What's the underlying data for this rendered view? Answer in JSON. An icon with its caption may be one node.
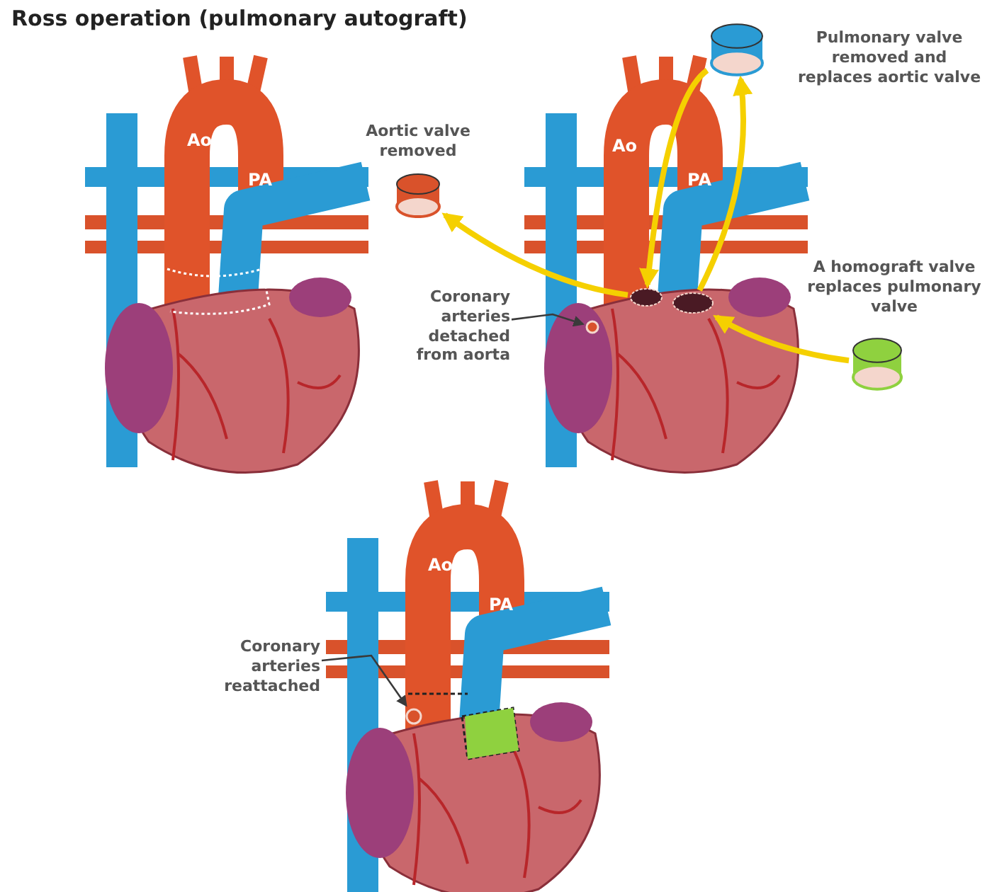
{
  "diagram": {
    "title": "Ross operation (pulmonary autograft)",
    "nodes": [
      {
        "text": [],
        "shape": "cylinder",
        "beside": [
          "Aortic valve removed"
        ]
      },
      {
        "text": [],
        "shape": "cylinder",
        "beside": [
          "Pulmonary valve removed and replaces aortic valve"
        ]
      },
      {
        "text": [],
        "shape": "cylinder",
        "beside": [
          "A homograft valve replaces pulmonary valve"
        ]
      },
      {
        "text": [],
        "shape": "circle"
      },
      {
        "text": [],
        "shape": "circle"
      },
      {
        "text": [
          "Coronary arteries detached from aorta"
        ]
      },
      {
        "text": [],
        "shape": "circle"
      },
      {
        "text": [
          "Coronary arteries reattached"
        ]
      },
      {
        "text": [],
        "shape": "circle"
      }
    ],
    "edges": [
      {
        "from": 3,
        "to": 0,
        "arrow": "to"
      },
      {
        "from": 4,
        "to": 1,
        "arrow": "to"
      },
      {
        "from": 1,
        "to": 3,
        "arrow": "to"
      },
      {
        "from": 2,
        "to": 4,
        "arrow": "to"
      },
      {
        "from": 5,
        "to": 6,
        "arrow": "to",
        "color": "#3a3a3a"
      },
      {
        "from": 7,
        "to": 8,
        "arrow": "to",
        "color": "#3a3a3a"
      }
    ],
    "labels": [
      "Ao",
      "PA",
      "Ao",
      "PA",
      "Ao",
      "PA"
    ]
  }
}
